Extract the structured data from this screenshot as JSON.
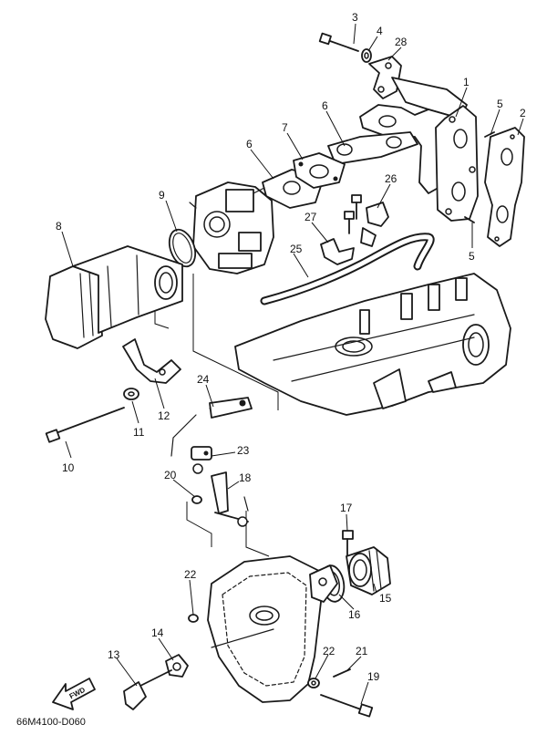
{
  "callouts": {
    "c1": "1",
    "c2": "2",
    "c3": "3",
    "c4": "4",
    "c5a": "5",
    "c5b": "5",
    "c6a": "6",
    "c6b": "6",
    "c7": "7",
    "c8": "8",
    "c9": "9",
    "c10": "10",
    "c11": "11",
    "c12": "12",
    "c13": "13",
    "c14": "14",
    "c15": "15",
    "c16": "16",
    "c17": "17",
    "c18": "18",
    "c19": "19",
    "c20": "20",
    "c21": "21",
    "c22a": "22",
    "c22b": "22",
    "c23": "23",
    "c24": "24",
    "c25": "25",
    "c26": "26",
    "c27": "27",
    "c28": "28"
  },
  "direction_label": "FWD",
  "diagram_code": "66M4100-D060"
}
